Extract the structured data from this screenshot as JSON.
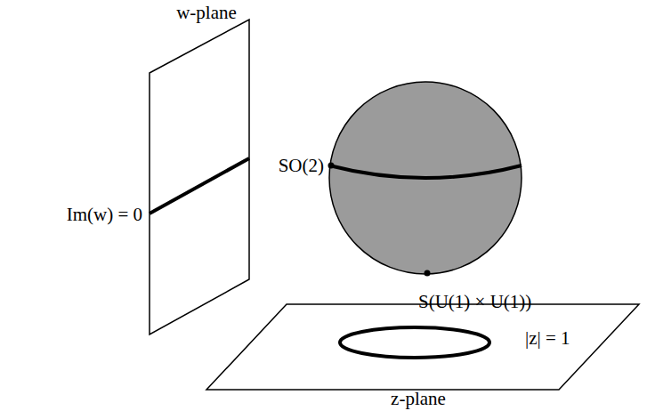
{
  "diagram": {
    "labels": [
      "w-plane",
      "Im(w) = 0",
      "SO(2)",
      "S(U(1) × U(1))",
      "|z| = 1",
      "z-plane"
    ]
  }
}
